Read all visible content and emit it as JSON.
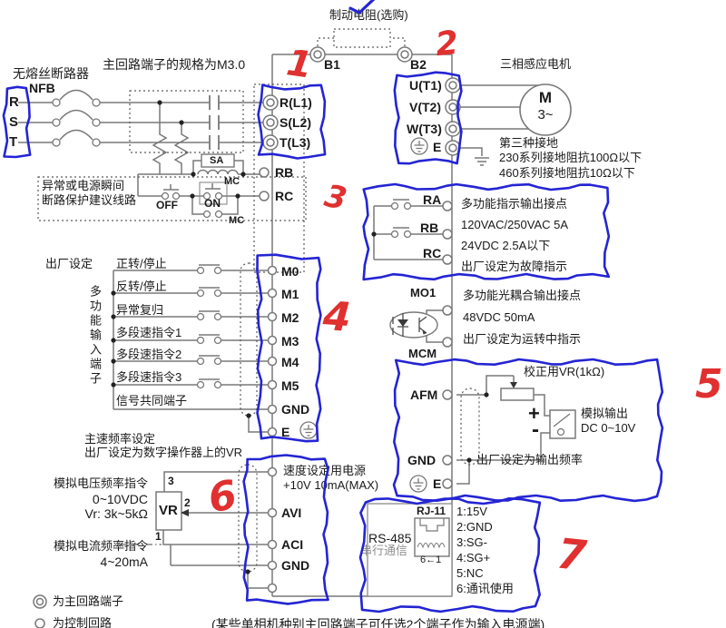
{
  "colors": {
    "annotation_blue": "#2424d4",
    "annotation_red": "#e03030",
    "wire": "#787878",
    "text": "#1a1a1a"
  },
  "notes": {
    "terminal_spec": "主回路端子的规格为M3.0",
    "bottom_note": "(某些单相机种别主回路端子可任选2个端子作为输入电源端)"
  },
  "legend": {
    "main_circuit": "为主回路端子",
    "control_circuit": "为控制回路"
  },
  "power_input": {
    "breaker_name": "无熔丝断路器",
    "breaker": "NFB",
    "phases": [
      "R",
      "S",
      "T"
    ],
    "terminals": [
      "R(L1)",
      "S(L2)",
      "T(L3)"
    ]
  },
  "brake": {
    "label": "制动电阻(选购)",
    "b1": "B1",
    "b2": "B2"
  },
  "protection": {
    "note_line1": "异常或电源瞬间",
    "note_line2": "断路保护建议线路",
    "sa": "SA",
    "mc_coil": "MC",
    "off": "OFF",
    "on": "ON",
    "mc_contact": "MC",
    "rb": "RB",
    "rc": "RC"
  },
  "motor": {
    "label": "三相感应电机",
    "terminals": [
      "U(T1)",
      "V(T2)",
      "W(T3)"
    ],
    "earth": "E",
    "m": "M",
    "phase": "3~",
    "ground_title": "第三种接地",
    "ground_line1": "230系列接地阻抗100Ω以下",
    "ground_line2": "460系列接地阻抗10Ω以下"
  },
  "relay_output": {
    "ra": "RA",
    "rb": "RB",
    "rc": "RC",
    "desc": [
      "多功能指示输出接点",
      "120VAC/250VAC 5A",
      "24VDC 2.5A以下",
      "出厂设定为故障指示"
    ]
  },
  "digital_inputs": {
    "factory": "出厂设定",
    "group": "多功能输入端子",
    "rows": [
      {
        "func": "正转/停止",
        "term": "M0"
      },
      {
        "func": "反转/停止",
        "term": "M1"
      },
      {
        "func": "异常复归",
        "term": "M2"
      },
      {
        "func": "多段速指令1",
        "term": "M3"
      },
      {
        "func": "多段速指令2",
        "term": "M4"
      },
      {
        "func": "多段速指令3",
        "term": "M5"
      },
      {
        "func": "信号共同端子",
        "term": "GND"
      }
    ],
    "earth": "E"
  },
  "opto_output": {
    "mo1": "MO1",
    "mcm": "MCM",
    "desc": [
      "多功能光耦合输出接点",
      "48VDC 50mA",
      "出厂设定为运转中指示"
    ]
  },
  "analog_output": {
    "afm": "AFM",
    "gnd": "GND",
    "earth": "E",
    "vr_label": "校正用VR(1kΩ)",
    "plus": "+",
    "minus": "-",
    "desc1": "模拟输出",
    "desc2": "DC 0~10V",
    "factory": "出厂设定为输出频率"
  },
  "freq_setting": {
    "title1": "主速频率设定",
    "title2": "出厂设定为数字操作器上的VR",
    "volt_cmd": "模拟电压频率指令",
    "volt_range": "0~10VDC",
    "vr_range": "Vr: 3k~5kΩ",
    "curr_cmd": "模拟电流频率指令",
    "curr_range": "4~20mA",
    "vr": "VR",
    "pin3": "3",
    "pin2": "2",
    "pin1": "1",
    "supply1": "速度设定用电源",
    "supply2": "+10V 10mA(MAX)",
    "avi": "AVI",
    "aci": "ACI",
    "gnd": "GND"
  },
  "rs485": {
    "rj11": "RJ-11",
    "name": "RS-485",
    "name2": "串行通信",
    "pin_order": "6←1",
    "pins": [
      "1:15V",
      "2:GND",
      "3:SG-",
      "4:SG+",
      "5:NC",
      "6:通讯使用"
    ]
  },
  "annotations": {
    "marks": [
      "1",
      "2",
      "3",
      "4",
      "5",
      "6",
      "7"
    ]
  }
}
